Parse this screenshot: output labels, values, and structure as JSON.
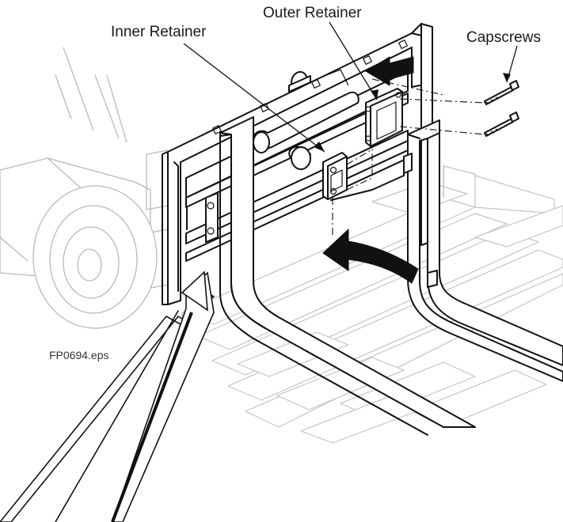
{
  "figure": {
    "labels": {
      "outer_retainer": "Outer Retainer",
      "inner_retainer": "Inner Retainer",
      "capscrews": "Capscrews"
    },
    "file_ref": "FP0694.eps"
  },
  "colors": {
    "ink": "#111111",
    "ghost": "#b9b9b9",
    "background": "#ffffff"
  }
}
